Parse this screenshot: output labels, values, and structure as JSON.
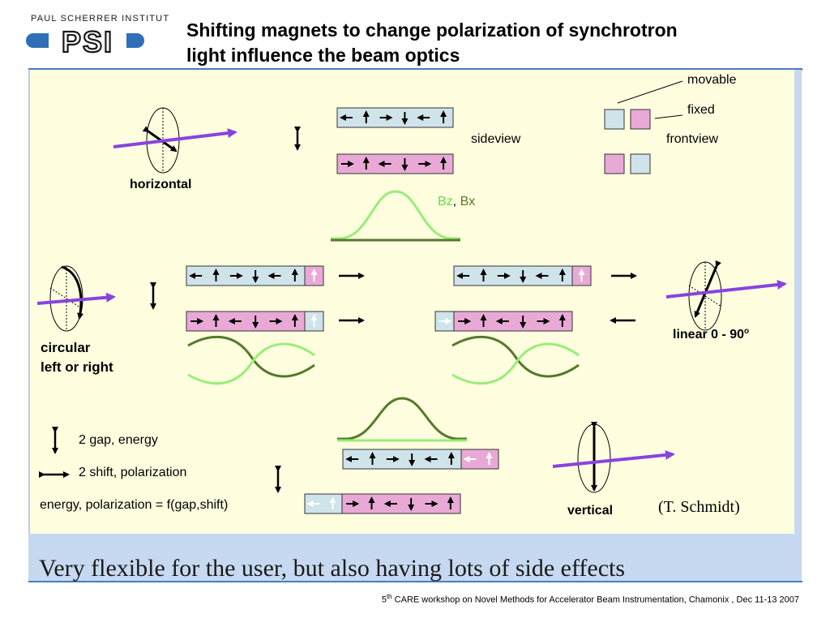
{
  "header": {
    "logo_text": "PAUL SCHERRER INSTITUT",
    "logo_mark": "PSI",
    "title_line1": "Shifting magnets to change polarization of synchrotron",
    "title_line2": "light influence the beam optics"
  },
  "labels": {
    "movable": "movable",
    "fixed": "fixed",
    "frontview": "frontview",
    "sideview": "sideview",
    "bz": "Bz",
    "comma": ", ",
    "bx": "Bx",
    "horizontal": "horizontal",
    "circular_line1": "circular",
    "circular_line2": "left or right",
    "linear": "linear 0 - 90",
    "linear_sup": "o",
    "vertical": "vertical",
    "credit": "(T. Schmidt)"
  },
  "legend": {
    "gap": "2 gap, energy",
    "shift": "2 shift, polarization",
    "formula": "energy, polarization = f(gap,shift)"
  },
  "colors": {
    "blue_magnet": "#cfe3ea",
    "pink_magnet": "#e9a9d6",
    "bz_curve": "#99ee77",
    "bx_curve": "#557a2a",
    "beam": "#8844dd",
    "panel": "#ffffe0",
    "band": "#c6d9f0"
  },
  "subtitle": "Very flexible for the user, but also having lots of side effects",
  "footer": {
    "pre": "5",
    "sup": "th",
    "text": " CARE workshop on Novel Methods for   Accelerator Beam Instrumentation, Chamonix , Dec 11-13 2007"
  }
}
